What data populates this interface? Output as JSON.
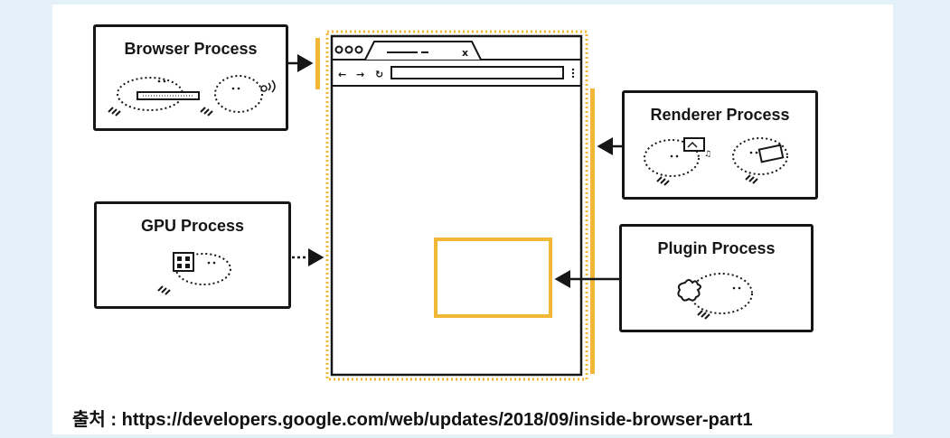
{
  "diagram": {
    "processes": {
      "browser": "Browser Process",
      "gpu": "GPU Process",
      "renderer": "Renderer Process",
      "plugin": "Plugin Process"
    },
    "browser_window": {
      "tab_close_glyph": "x",
      "nav_back": "←",
      "nav_forward": "→",
      "nav_reload": "↻"
    },
    "colors": {
      "accent": "#f2b736",
      "ink": "#161616"
    }
  },
  "footer": {
    "source_label": "출처",
    "source_separator": ":",
    "source_url": "https://developers.google.com/web/updates/2018/09/inside-browser-part1"
  }
}
